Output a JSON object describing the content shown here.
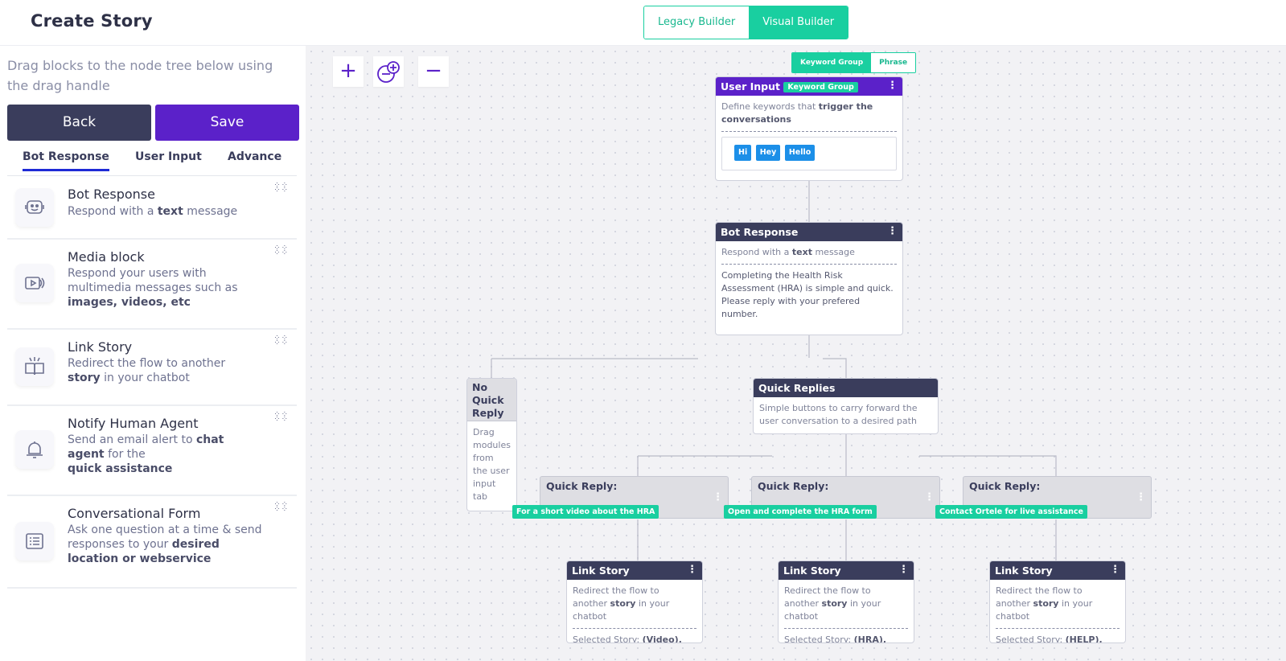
{
  "header": {
    "title": "Create Story",
    "builder_options": [
      "Legacy Builder",
      "Visual Builder"
    ],
    "active_builder": "Visual Builder"
  },
  "sidebar": {
    "hint": "Drag blocks to the node tree below using the drag handle",
    "back_label": "Back",
    "save_label": "Save",
    "tabs": [
      "Bot Response",
      "User Input",
      "Advance"
    ],
    "active_tab": "Bot Response",
    "blocks": [
      {
        "title": "Bot Response",
        "desc_pre": "Respond with a ",
        "desc_bold": "text",
        "desc_post": " message",
        "icon": "bot-face-icon"
      },
      {
        "title": "Media block",
        "desc_pre": "Respond your users with multimedia messages such as ",
        "desc_bold": "images, videos, etc",
        "desc_post": "",
        "icon": "media-icon"
      },
      {
        "title": "Link Story",
        "desc_pre": "Redirect the flow to another ",
        "desc_bold": "story",
        "desc_post": " in your chatbot",
        "icon": "book-icon"
      },
      {
        "title": "Notify Human Agent",
        "desc_pre": "Send an email alert to ",
        "desc_bold": "chat agent",
        "desc_mid": " for the ",
        "desc_bold2": "quick assistance",
        "icon": "bell-icon"
      },
      {
        "title": "Conversational Form",
        "desc_pre": "Ask one question at a time & send responses to your ",
        "desc_bold": "desired location or webservice",
        "desc_post": "",
        "icon": "form-icon"
      }
    ]
  },
  "canvas": {
    "zoom_controls": [
      "+",
      "−"
    ],
    "input_mode_options": [
      "Keyword Group",
      "Phrase"
    ],
    "active_input_mode": "Keyword Group",
    "user_input": {
      "title": "User Input",
      "badge": "Keyword Group",
      "desc_pre": "Define keywords that ",
      "desc_bold": "trigger the conversations",
      "keywords": [
        "Hi",
        "Hey",
        "Hello"
      ]
    },
    "bot_response": {
      "title": "Bot Response",
      "desc_pre": "Respond with a ",
      "desc_bold": "text",
      "desc_post": " message",
      "message": "Completing the Health Risk Assessment (HRA) is simple and quick. Please reply with your prefered number."
    },
    "no_quick_reply": {
      "title": "No Quick Reply",
      "desc": "Drag modules from the user input tab"
    },
    "quick_replies": {
      "title": "Quick Replies",
      "desc": "Simple buttons to carry forward the user conversation to a desired path"
    },
    "quick_reply_nodes": [
      {
        "label": "Quick Reply:",
        "value": "For a short video about the HRA"
      },
      {
        "label": "Quick Reply:",
        "value": "Open and complete the HRA form"
      },
      {
        "label": "Quick Reply:",
        "value": "Contact Ortele for live assistance"
      }
    ],
    "link_story_nodes": [
      {
        "title": "Link Story",
        "desc_pre": "Redirect the flow to another ",
        "desc_bold": "story",
        "desc_post": " in your chatbot",
        "selected_label": "Selected Story:",
        "selected_value": "(Video),"
      },
      {
        "title": "Link Story",
        "desc_pre": "Redirect the flow to another ",
        "desc_bold": "story",
        "desc_post": " in your chatbot",
        "selected_label": "Selected Story:",
        "selected_value": "(HRA),"
      },
      {
        "title": "Link Story",
        "desc_pre": "Redirect the flow to another ",
        "desc_bold": "story",
        "desc_post": " in your chatbot",
        "selected_label": "Selected Story:",
        "selected_value": "(HELP),"
      }
    ]
  }
}
